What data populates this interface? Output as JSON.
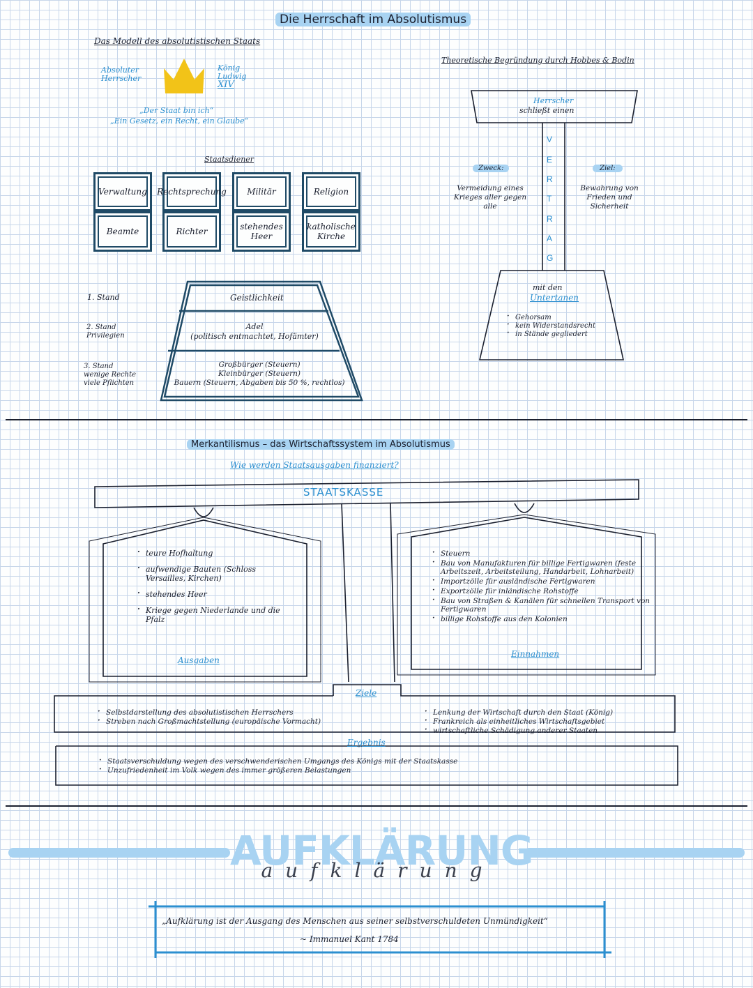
{
  "page_title": "Die Herrschaft im Absolutismus",
  "model": {
    "heading": "Das Modell des absolutistischen Staats",
    "ruler_label": "Absoluter Herrscher",
    "king_label": "König Ludwig",
    "king_number": "XIV",
    "quote1": "„Der Staat bin ich“",
    "quote2": "„Ein Gesetz, ein Recht, ein Glaube“",
    "servants_heading": "Staatsdiener",
    "boxes_top": [
      "Verwaltung",
      "Rechtsprechung",
      "Militär",
      "Religion"
    ],
    "boxes_bottom": [
      "Beamte",
      "Richter",
      "stehendes Heer",
      "katholische Kirche"
    ]
  },
  "estates": {
    "first_label": "1. Stand",
    "second_label": "2. Stand",
    "second_sub": "Privilegien",
    "third_label": "3. Stand",
    "third_sub1": "wenige Rechte",
    "third_sub2": "viele Pflichten",
    "tier1": "Geistlichkeit",
    "tier2a": "Adel",
    "tier2b": "(politisch entmachtet, Hofämter)",
    "tier3a": "Großbürger (Steuern)",
    "tier3b": "Kleinbürger (Steuern)",
    "tier3c": "Bauern (Steuern, Abgaben bis 50 %, rechtlos)"
  },
  "theory": {
    "heading": "Theoretische Begründung durch Hobbes & Bodin",
    "ruler": "Herrscher",
    "concludes": "schließt einen",
    "vertrag": [
      "V",
      "E",
      "R",
      "T",
      "R",
      "A",
      "G"
    ],
    "zweck_label": "Zweck:",
    "zweck_text": "Vermeidung eines Krieges aller gegen alle",
    "ziel_label": "Ziel:",
    "ziel_text": "Bewahrung von Frieden und Sicherheit",
    "with": "mit den",
    "subjects": "Untertanen",
    "items": [
      "Gehorsam",
      "kein Widerstandsrecht",
      "in Stände gegliedert"
    ]
  },
  "mercantilism": {
    "heading": "Merkantilismus – das Wirtschaftssystem im Absolutismus",
    "question": "Wie werden Staatsausgaben finanziert?",
    "treasury": "STAATSKASSE",
    "expenses": [
      "teure Hofhaltung",
      "aufwendige Bauten (Schloss Versailles, Kirchen)",
      "stehendes Heer",
      "Kriege gegen Niederlande und die Pfalz"
    ],
    "expenses_label": "Ausgaben",
    "income": [
      "Steuern",
      "Bau von Manufakturen für billige Fertigwaren (feste Arbeitszeit, Arbeitsteilung, Handarbeit, Lohnarbeit)",
      "Importzölle für ausländische Fertigwaren",
      "Exportzölle für inländische Rohstoffe",
      "Bau von Straßen & Kanälen für schnellen Transport von Fertigwaren",
      "billige Rohstoffe aus den Kolonien"
    ],
    "income_label": "Einnahmen",
    "goals_label": "Ziele",
    "goals_left": [
      "Selbstdarstellung des absolutistischen Herrschers",
      "Streben nach Großmachtstellung (europäische Vormacht)"
    ],
    "goals_right": [
      "Lenkung der Wirtschaft durch den Staat (König)",
      "Frankreich als einheitliches Wirtschaftsgebiet",
      "wirtschaftliche Schädigung anderer Staaten"
    ],
    "result_label": "Ergebnis",
    "result": [
      "Staatsverschuldung wegen des verschwenderischen Umgangs des Königs mit der Staatskasse",
      "Unzufriedenheit im Volk wegen des immer größeren Belastungen"
    ]
  },
  "enlightenment": {
    "title": "AUFKLÄRUNG",
    "script": "aufklärung",
    "quote": "„Aufklärung ist der Ausgang des Menschen aus seiner selbstverschuldeten Unmündigkeit“",
    "author": "~ Immanuel Kant 1784"
  },
  "colors": {
    "accent_blue": "#a8d3f2",
    "ink_blue": "#2b8fd0",
    "crown": "#f2c318",
    "dark_box": "#1f4a66",
    "grid": "#c7d6ea"
  }
}
